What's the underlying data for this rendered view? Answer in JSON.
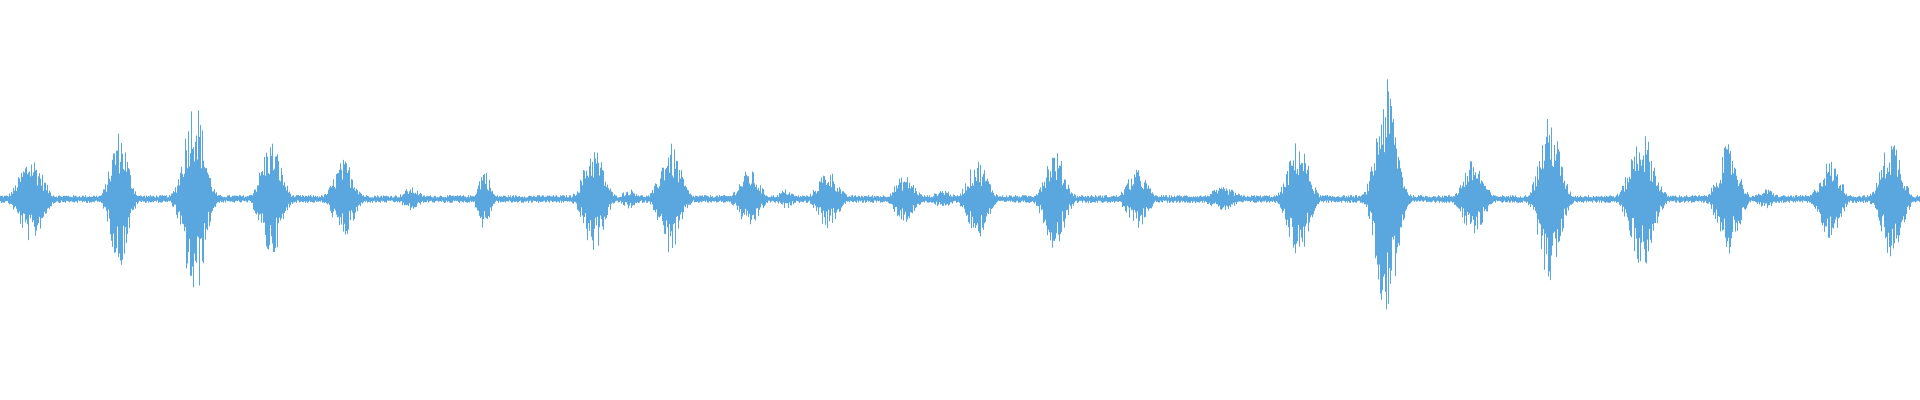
{
  "waveform": {
    "color": "#5aa7e0",
    "baseline_amplitude": 0.02,
    "bursts": [
      {
        "center": 0.016,
        "amplitude": 0.22,
        "width": 0.008
      },
      {
        "center": 0.062,
        "amplitude": 0.35,
        "width": 0.006
      },
      {
        "center": 0.101,
        "amplitude": 0.52,
        "width": 0.007
      },
      {
        "center": 0.141,
        "amplitude": 0.3,
        "width": 0.007
      },
      {
        "center": 0.179,
        "amplitude": 0.2,
        "width": 0.007
      },
      {
        "center": 0.214,
        "amplitude": 0.06,
        "width": 0.006
      },
      {
        "center": 0.252,
        "amplitude": 0.16,
        "width": 0.004
      },
      {
        "center": 0.309,
        "amplitude": 0.27,
        "width": 0.007
      },
      {
        "center": 0.328,
        "amplitude": 0.05,
        "width": 0.006
      },
      {
        "center": 0.349,
        "amplitude": 0.28,
        "width": 0.007
      },
      {
        "center": 0.39,
        "amplitude": 0.15,
        "width": 0.007
      },
      {
        "center": 0.409,
        "amplitude": 0.05,
        "width": 0.005
      },
      {
        "center": 0.431,
        "amplitude": 0.15,
        "width": 0.007
      },
      {
        "center": 0.471,
        "amplitude": 0.12,
        "width": 0.007
      },
      {
        "center": 0.491,
        "amplitude": 0.05,
        "width": 0.006
      },
      {
        "center": 0.509,
        "amplitude": 0.2,
        "width": 0.007
      },
      {
        "center": 0.549,
        "amplitude": 0.25,
        "width": 0.007
      },
      {
        "center": 0.592,
        "amplitude": 0.15,
        "width": 0.007
      },
      {
        "center": 0.637,
        "amplitude": 0.06,
        "width": 0.009
      },
      {
        "center": 0.676,
        "amplitude": 0.3,
        "width": 0.007
      },
      {
        "center": 0.722,
        "amplitude": 0.6,
        "width": 0.007
      },
      {
        "center": 0.767,
        "amplitude": 0.2,
        "width": 0.007
      },
      {
        "center": 0.807,
        "amplitude": 0.42,
        "width": 0.007
      },
      {
        "center": 0.855,
        "amplitude": 0.35,
        "width": 0.008
      },
      {
        "center": 0.9,
        "amplitude": 0.28,
        "width": 0.007
      },
      {
        "center": 0.92,
        "amplitude": 0.05,
        "width": 0.006
      },
      {
        "center": 0.953,
        "amplitude": 0.2,
        "width": 0.007
      },
      {
        "center": 0.985,
        "amplitude": 0.32,
        "width": 0.007
      }
    ]
  }
}
